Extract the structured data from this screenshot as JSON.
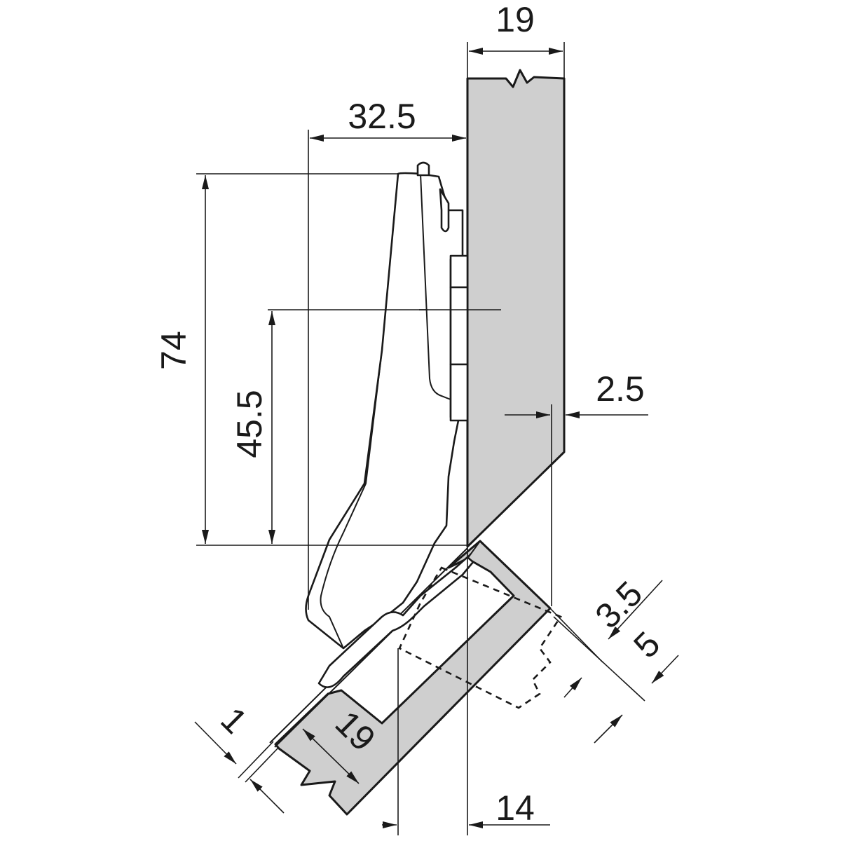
{
  "dimensions": {
    "cabinet_side_thickness": "19",
    "hinge_cup_overhang": "32.5",
    "hinge_arm_height": "74",
    "hinge_cup_center": "45.5",
    "chamfer_offset": "2.5",
    "door_gap": "3.5",
    "door_offset": "5",
    "door_thickness": "19",
    "clearance": "1",
    "cup_distance": "14"
  },
  "colors": {
    "panel_fill": "#cfcfcf",
    "line": "#1a1a1a",
    "background": "#ffffff"
  }
}
